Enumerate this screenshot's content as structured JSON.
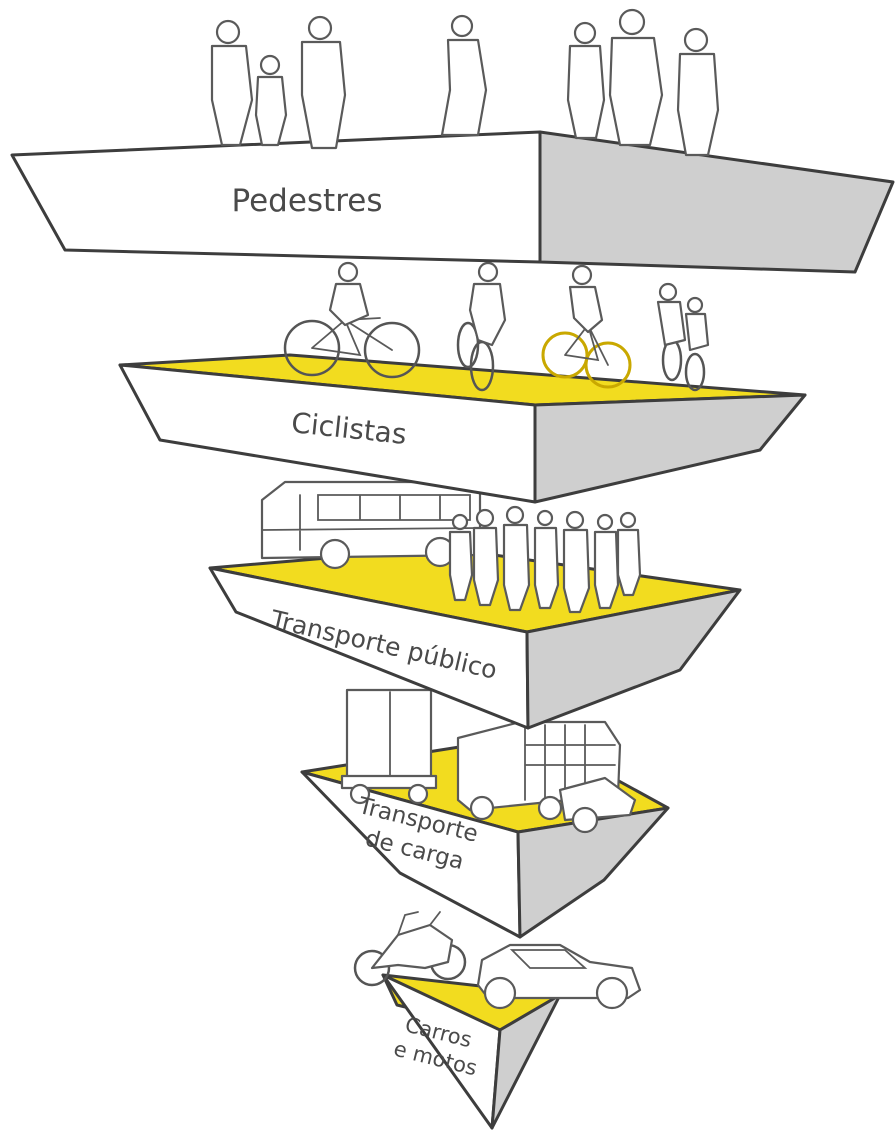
{
  "colors": {
    "accent_yellow": "#f2dc1f",
    "side_gray": "#cfcfcf",
    "outline": "#3d3d3d",
    "text": "#4a4a4a"
  },
  "levels": [
    {
      "label": "Pedestres",
      "figures": "pedestrians"
    },
    {
      "label": "Ciclistas",
      "figures": "cyclists"
    },
    {
      "label": "Transporte público",
      "figures": "bus-and-passengers"
    },
    {
      "label_lines": [
        "Transporte",
        "de carga"
      ],
      "figures": "trucks"
    },
    {
      "label_lines": [
        "Carros",
        "e motos"
      ],
      "figures": "car-and-motorcycle"
    }
  ]
}
